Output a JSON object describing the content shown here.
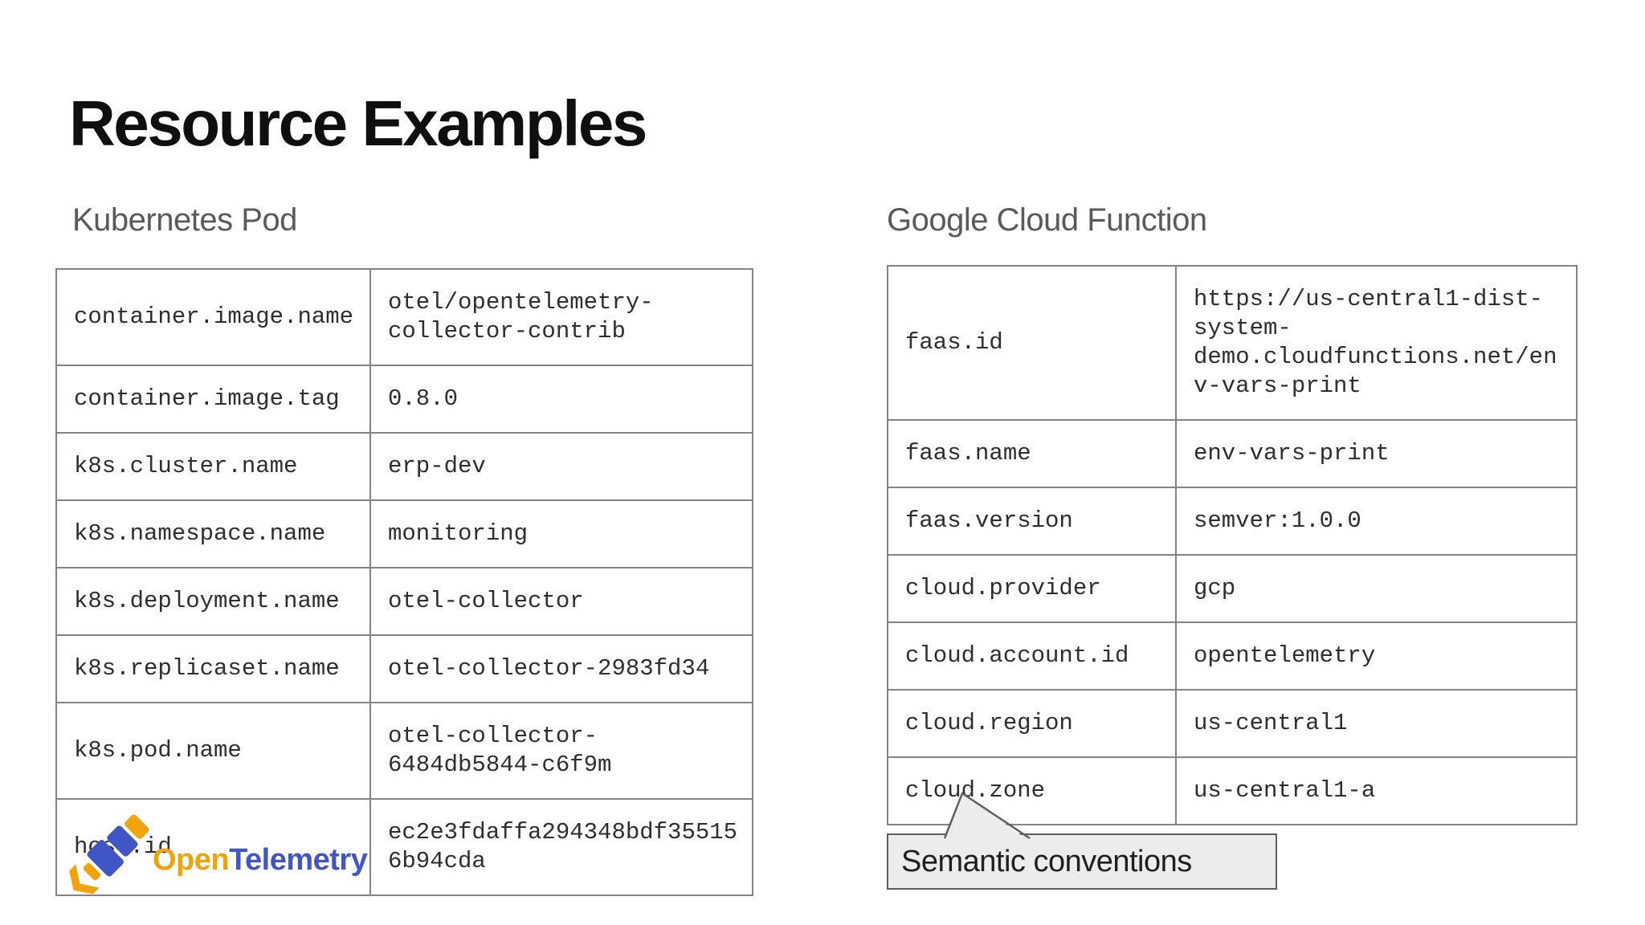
{
  "title": "Resource Examples",
  "tables": {
    "kubernetes": {
      "heading": "Kubernetes Pod",
      "rows": [
        {
          "key": "container.image.name",
          "value": "otel/opentelemetry-\ncollector-contrib"
        },
        {
          "key": "container.image.tag",
          "value": "0.8.0"
        },
        {
          "key": "k8s.cluster.name",
          "value": "erp-dev"
        },
        {
          "key": "k8s.namespace.name",
          "value": "monitoring"
        },
        {
          "key": "k8s.deployment.name",
          "value": "otel-collector"
        },
        {
          "key": "k8s.replicaset.name",
          "value": "otel-collector-2983fd34"
        },
        {
          "key": "k8s.pod.name",
          "value": "otel-collector-\n6484db5844-c6f9m"
        },
        {
          "key": "host.id",
          "value": "ec2e3fdaffa294348bdf35515\n6b94cda"
        }
      ]
    },
    "gcf": {
      "heading": "Google Cloud Function",
      "rows": [
        {
          "key": "faas.id",
          "value": "https://us-central1-dist-\nsystem-\ndemo.cloudfunctions.net/en\nv-vars-print"
        },
        {
          "key": "faas.name",
          "value": "env-vars-print"
        },
        {
          "key": "faas.version",
          "value": "semver:1.0.0"
        },
        {
          "key": "cloud.provider",
          "value": "gcp"
        },
        {
          "key": "cloud.account.id",
          "value": "opentelemetry"
        },
        {
          "key": "cloud.region",
          "value": "us-central1"
        },
        {
          "key": "cloud.zone",
          "value": "us-central1-a"
        }
      ]
    }
  },
  "callout": {
    "label": "Semantic conventions"
  },
  "logo": {
    "part1": "Open",
    "part2": "Telemetry"
  },
  "colors": {
    "logo_orange": "#f0a30a",
    "logo_blue": "#4156c5",
    "table_border": "#848484",
    "callout_fill": "#ececec",
    "callout_border": "#5f5f5f"
  }
}
